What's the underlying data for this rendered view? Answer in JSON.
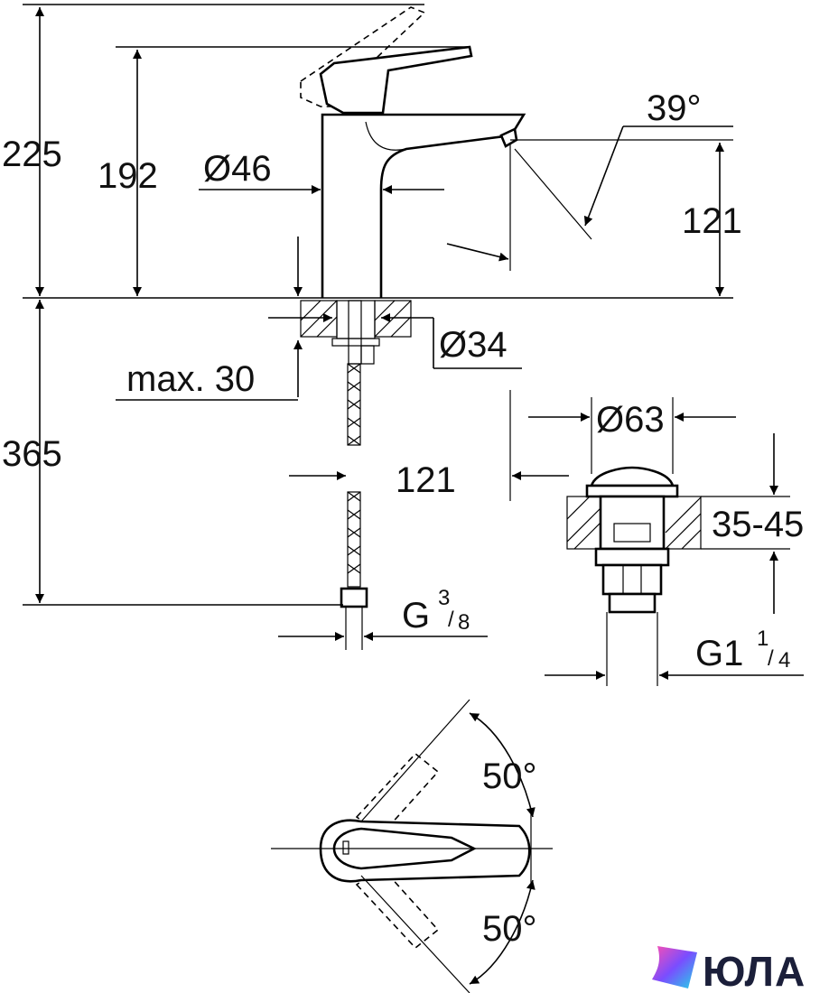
{
  "dimensions": {
    "total_height": "225",
    "spout_height": "192",
    "body_diameter": "Ø46",
    "lever_angle": "39°",
    "outlet_height": "121",
    "shank_diameter": "Ø34",
    "max_thickness": "max. 30",
    "below_counter": "365",
    "spout_reach": "121",
    "waste_diameter": "Ø63",
    "waste_range": "35-45",
    "hose_thread": "G",
    "hose_thread_num": "3",
    "hose_thread_den": "8",
    "waste_thread": "G1",
    "waste_thread_num": "1",
    "waste_thread_den": "4",
    "rotation_top": "50°",
    "rotation_bottom": "50°"
  },
  "brand": {
    "logo_text": "ЮЛА",
    "colors": [
      "#ff4fb0",
      "#7a4dff",
      "#20d6e6"
    ]
  }
}
